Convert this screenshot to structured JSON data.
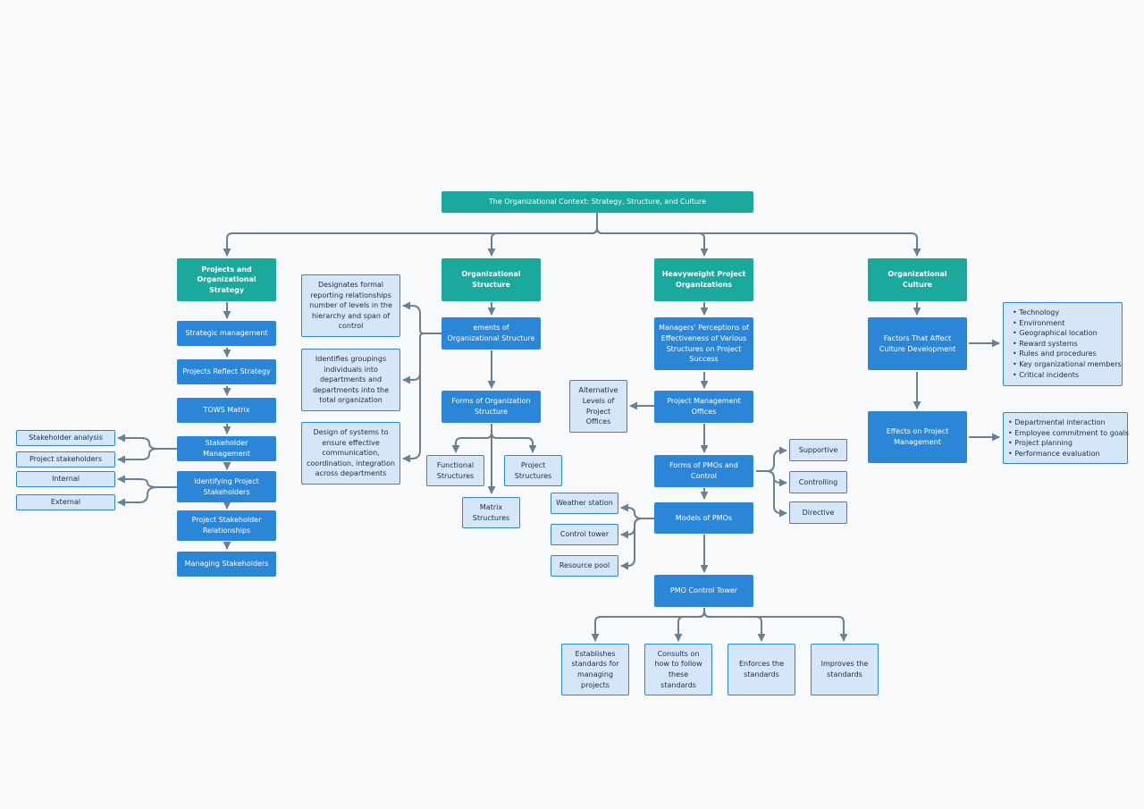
{
  "colors": {
    "teal": "#1ba99e",
    "blue": "#2c86d8",
    "light": "#d4e6f8",
    "connector": "#6b7f92"
  },
  "nodes": {
    "root": "The Organizational Context: Strategy, Structure, and Culture",
    "projects_strategy": "Projects and Organizational Strategy",
    "strategic_management": "Strategic management",
    "projects_reflect_strategy": "Projects Reflect Strategy",
    "tows_matrix": "TOWS Matrix",
    "stakeholder_management": "Stakeholder Management",
    "stakeholder_analysis": "Stakeholder analysis",
    "project_stakeholders": "Project stakeholders",
    "identifying_stakeholders": "Identifying Project Stakeholders",
    "internal": "Internal",
    "external": "External",
    "stakeholder_relationships": "Project Stakeholder Relationships",
    "managing_stakeholders": "Managing Stakeholders",
    "org_structure": "Organizational Structure",
    "elements_structure": "ements of Organizational Structure",
    "designates_formal": "Designates formal reporting relationships number of levels in the hierarchy and span of control",
    "identifies_groupings": "Identifies groupings individuals into departments and departments into the total organization",
    "design_systems": "Design of systems to ensure effective communication, coordination, integration across departments",
    "forms_structure": "Forms of Organization Structure",
    "functional_structures": "Functional Structures",
    "project_structures": "Project Structures",
    "matrix_structures": "Matrix Structures",
    "heavyweight": "Heavyweight Project Organizations",
    "managers_perceptions": "Managers' Perceptions of Effectiveness of Various Structures on Project Success",
    "pmo_offices": "Project Management Offices",
    "alternative_levels": "Alternative Levels of Project Offices",
    "forms_pmos": "Forms of PMOs and Control",
    "supportive": "Supportive",
    "controlling": "Controlling",
    "directive": "Directive",
    "models_pmos": "Models of PMOs",
    "weather_station": "Weather station",
    "control_tower": "Control tower",
    "resource_pool": "Resource pool",
    "pmo_control_tower": "PMO Control Tower",
    "establishes_standards": "Establishes standards for managing projects",
    "consults_standards": "Consults on how to follow these standards",
    "enforces_standards": "Enforces the standards",
    "improves_standards": "Improves the standards",
    "org_culture": "Organizational Culture",
    "factors_culture": "Factors That Affect Culture Development",
    "effects_pm": "Effects on Project Management"
  },
  "lists": {
    "culture_factors": [
      "•  Technology",
      "•  Environment",
      "•  Geographical location",
      "•  Reward systems",
      "•  Rules and procedures",
      "•  Key organizational members",
      "•  Critical incidents"
    ],
    "pm_effects": [
      "• Departmental interaction",
      "• Employee commitment to goals",
      "• Project planning",
      "• Performance evaluation"
    ]
  }
}
